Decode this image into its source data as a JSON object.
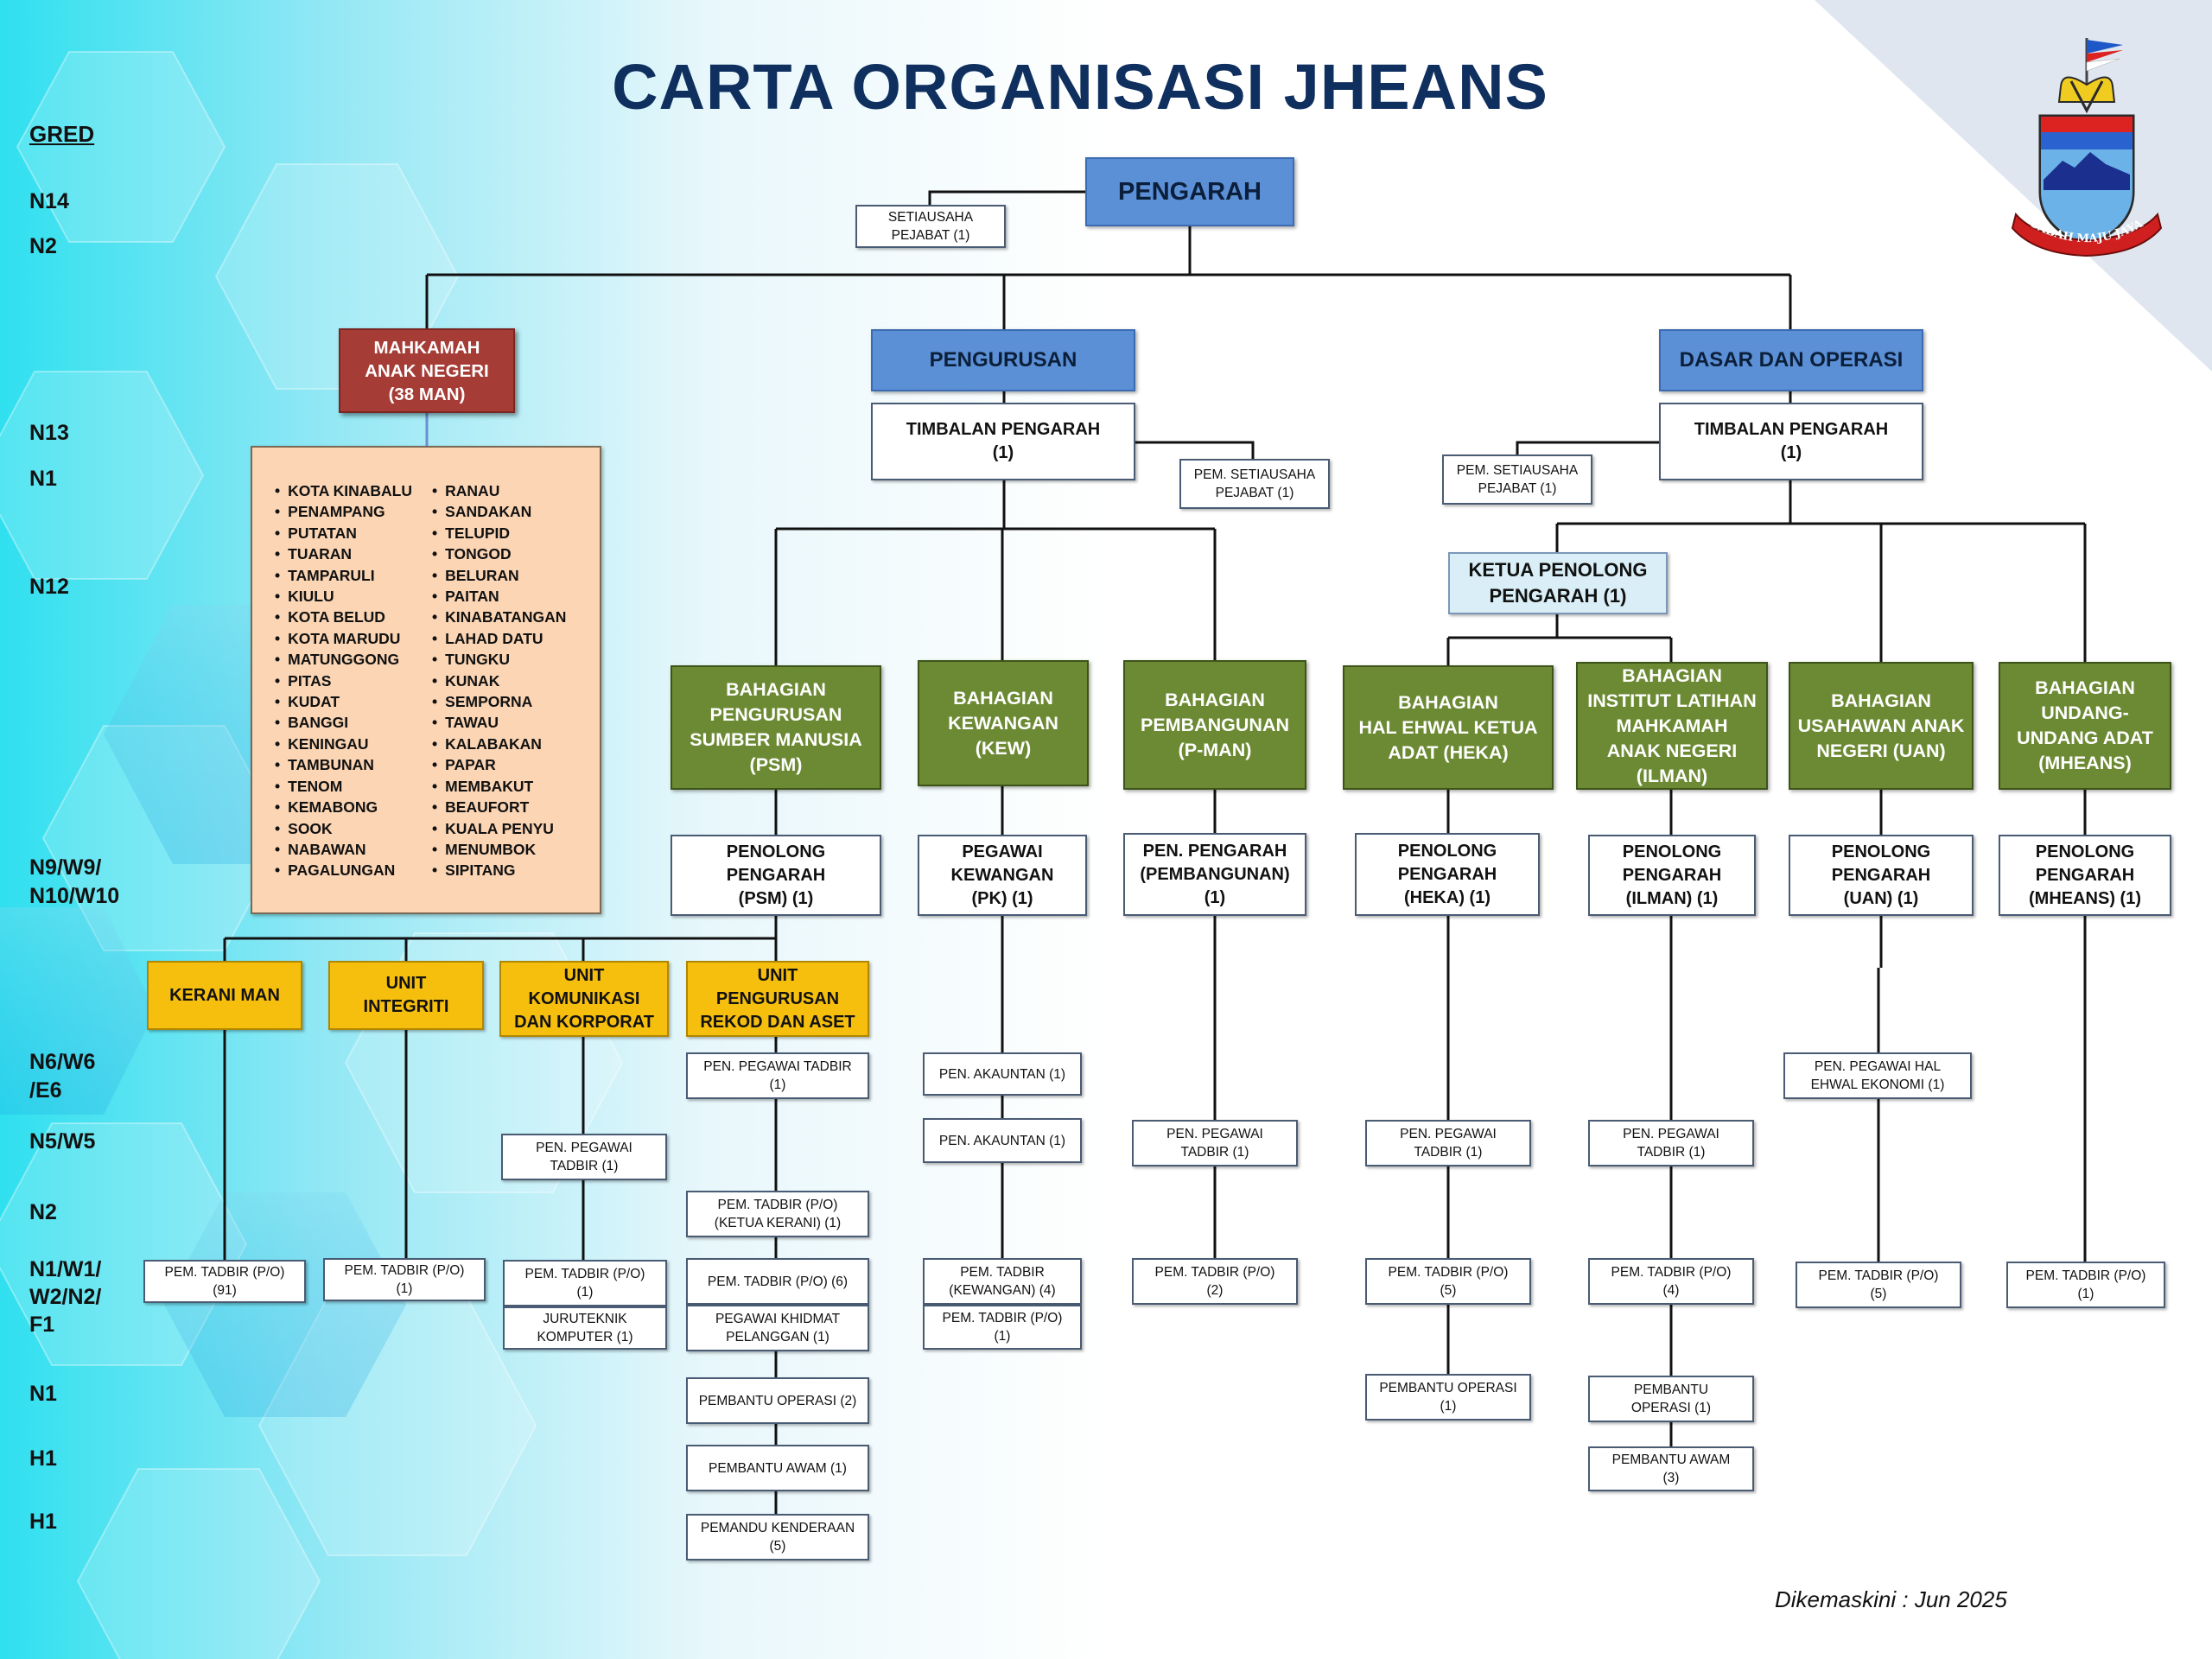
{
  "title": "CARTA ORGANISASI JHEANS",
  "gred": {
    "heading": "GRED",
    "rows": [
      {
        "id": "g-n14",
        "label": "N14"
      },
      {
        "id": "g-n2a",
        "label": "N2"
      },
      {
        "id": "g-n13",
        "label": "N13"
      },
      {
        "id": "g-n1a",
        "label": "N1"
      },
      {
        "id": "g-n12",
        "label": "N12"
      },
      {
        "id": "g-n9",
        "label": "N9/W9/\nN10/W10"
      },
      {
        "id": "g-n6",
        "label": "N6/W6\n/E6"
      },
      {
        "id": "g-n5",
        "label": "N5/W5"
      },
      {
        "id": "g-n2b",
        "label": "N2"
      },
      {
        "id": "g-n1w1",
        "label": "N1/W1/\nW2/N2/\nF1"
      },
      {
        "id": "g-n1b",
        "label": "N1"
      },
      {
        "id": "g-h1a",
        "label": "H1"
      },
      {
        "id": "g-h1b",
        "label": "H1"
      }
    ]
  },
  "boxes": [
    {
      "id": "pengarah",
      "label": "PENGARAH"
    },
    {
      "id": "setiausaha",
      "label": "SETIAUSAHA\nPEJABAT (1)"
    },
    {
      "id": "mahkamah",
      "label": "MAHKAMAH\nANAK NEGERI\n(38 MAN)"
    },
    {
      "id": "pengurusan",
      "label": "PENGURUSAN"
    },
    {
      "id": "dasar",
      "label": "DASAR DAN OPERASI"
    },
    {
      "id": "tp1",
      "label": "TIMBALAN PENGARAH\n(1)"
    },
    {
      "id": "tp2",
      "label": "TIMBALAN PENGARAH\n(1)"
    },
    {
      "id": "pemset1",
      "label": "PEM. SETIAUSAHA\nPEJABAT (1)"
    },
    {
      "id": "pemset2",
      "label": "PEM. SETIAUSAHA\nPEJABAT (1)"
    },
    {
      "id": "kpp",
      "label": "KETUA PENOLONG\nPENGARAH (1)"
    },
    {
      "id": "psm",
      "label": "BAHAGIAN\nPENGURUSAN\nSUMBER MANUSIA\n(PSM)"
    },
    {
      "id": "kew",
      "label": "BAHAGIAN\nKEWANGAN\n(KEW)"
    },
    {
      "id": "pman",
      "label": "BAHAGIAN\nPEMBANGUNAN\n(P-MAN)"
    },
    {
      "id": "heka",
      "label": "BAHAGIAN\nHAL EHWAL KETUA\nADAT (HEKA)"
    },
    {
      "id": "ilman",
      "label": "BAHAGIAN\nINSTITUT LATIHAN\nMAHKAMAH\nANAK NEGERI\n(ILMAN)"
    },
    {
      "id": "uan",
      "label": "BAHAGIAN\nUSAHAWAN ANAK\nNEGERI (UAN)"
    },
    {
      "id": "mheans",
      "label": "BAHAGIAN\nUNDANG-\nUNDANG ADAT\n(MHEANS)"
    },
    {
      "id": "pp-psm",
      "label": "PENOLONG\nPENGARAH\n(PSM) (1)"
    },
    {
      "id": "pk",
      "label": "PEGAWAI\nKEWANGAN\n(PK) (1)"
    },
    {
      "id": "pp-pman",
      "label": "PEN. PENGARAH\n(PEMBANGUNAN)\n(1)"
    },
    {
      "id": "pp-heka",
      "label": "PENOLONG\nPENGARAH\n(HEKA) (1)"
    },
    {
      "id": "pp-ilman",
      "label": "PENOLONG\nPENGARAH\n(ILMAN) (1)"
    },
    {
      "id": "pp-uan",
      "label": "PENOLONG\nPENGARAH\n(UAN) (1)"
    },
    {
      "id": "pp-mheans",
      "label": "PENOLONG\nPENGARAH\n(MHEANS)  (1)"
    },
    {
      "id": "kerani",
      "label": "KERANI MAN"
    },
    {
      "id": "integriti",
      "label": "UNIT\nINTEGRITI"
    },
    {
      "id": "komunikasi",
      "label": "UNIT\nKOMUNIKASI\nDAN KORPORAT"
    },
    {
      "id": "rekod",
      "label": "UNIT\nPENGURUSAN\nREKOD DAN ASET"
    },
    {
      "id": "r-ppt",
      "label": "PEN. PEGAWAI TADBIR\n(1)"
    },
    {
      "id": "r-pt-kk",
      "label": "PEM. TADBIR (P/O)\n(KETUA KERANI) (1)"
    },
    {
      "id": "r-pt6",
      "label": "PEM. TADBIR (P/O) (6)"
    },
    {
      "id": "r-pkp",
      "label": "PEGAWAI KHIDMAT\nPELANGGAN (1)"
    },
    {
      "id": "r-po",
      "label": "PEMBANTU OPERASI (2)"
    },
    {
      "id": "r-pa",
      "label": "PEMBANTU AWAM (1)"
    },
    {
      "id": "r-pk",
      "label": "PEMANDU KENDERAAN\n(5)"
    },
    {
      "id": "k-pt",
      "label": "PEM. TADBIR (P/O)\n(91)"
    },
    {
      "id": "i-pt",
      "label": "PEM. TADBIR (P/O)\n(1)"
    },
    {
      "id": "c-ppt",
      "label": "PEN. PEGAWAI\nTADBIR (1)"
    },
    {
      "id": "c-pt",
      "label": "PEM. TADBIR (P/O)\n(1)"
    },
    {
      "id": "c-jk",
      "label": "JURUTEKNIK\nKOMPUTER (1)"
    },
    {
      "id": "kw-pa1",
      "label": "PEN. AKAUNTAN (1)"
    },
    {
      "id": "kw-pa2",
      "label": "PEN. AKAUNTAN (1)"
    },
    {
      "id": "kw-pt4",
      "label": "PEM. TADBIR\n(KEWANGAN) (4)"
    },
    {
      "id": "kw-pt1",
      "label": "PEM. TADBIR (P/O)\n(1)"
    },
    {
      "id": "pm-ppt",
      "label": "PEN. PEGAWAI\nTADBIR (1)"
    },
    {
      "id": "pm-pt",
      "label": "PEM. TADBIR (P/O)\n(2)"
    },
    {
      "id": "hk-ppt",
      "label": "PEN. PEGAWAI\nTADBIR (1)"
    },
    {
      "id": "hk-pt",
      "label": "PEM. TADBIR (P/O)\n(5)"
    },
    {
      "id": "hk-po",
      "label": "PEMBANTU OPERASI\n(1)"
    },
    {
      "id": "il-ppt",
      "label": "PEN. PEGAWAI\nTADBIR (1)"
    },
    {
      "id": "il-pt",
      "label": "PEM. TADBIR (P/O)\n(4)"
    },
    {
      "id": "il-po",
      "label": "PEMBANTU\nOPERASI (1)"
    },
    {
      "id": "il-pa",
      "label": "PEMBANTU AWAM\n(3)"
    },
    {
      "id": "ua-pphe",
      "label": "PEN. PEGAWAI HAL\nEHWAL EKONOMI (1)"
    },
    {
      "id": "ua-pt",
      "label": "PEM. TADBIR (P/O)\n(5)"
    },
    {
      "id": "mh-pt",
      "label": "PEM. TADBIR (P/O)\n(1)"
    }
  ],
  "districts": {
    "col1": [
      "KOTA KINABALU",
      "PENAMPANG",
      "PUTATAN",
      "TUARAN",
      "TAMPARULI",
      "KIULU",
      "KOTA BELUD",
      "KOTA MARUDU",
      "MATUNGGONG",
      "PITAS",
      "KUDAT",
      "BANGGI",
      "KENINGAU",
      "TAMBUNAN",
      "TENOM",
      "KEMABONG",
      "SOOK",
      "NABAWAN",
      "PAGALUNGAN"
    ],
    "col2": [
      "RANAU",
      "SANDAKAN",
      "TELUPID",
      "TONGOD",
      "BELURAN",
      "PAITAN",
      "KINABATANGAN",
      "LAHAD DATU",
      "TUNGKU",
      "KUNAK",
      "SEMPORNA",
      "TAWAU",
      "KALABAKAN",
      "PAPAR",
      "MEMBAKUT",
      "BEAUFORT",
      "KUALA PENYU",
      "MENUMBOK",
      "SIPITANG"
    ]
  },
  "crest": {
    "motto": "SABAH MAJU JAYA",
    "icon": "sabah-crest-icon"
  },
  "footer": "Dikemaskini : Jun 2025",
  "colors": {
    "title": "#0f2f5e",
    "blue_box": "#5b8fd6",
    "green_box": "#6c8a33",
    "yellow_box": "#f7bf0d",
    "red_box": "#a53c36",
    "peach_box": "#fbd5b4",
    "light_box": "#d9eef6"
  }
}
